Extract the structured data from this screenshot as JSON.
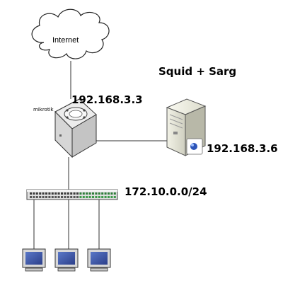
{
  "nodes": {
    "internet": {
      "label": "Internet",
      "icon": "cloud-icon"
    },
    "mikrotik": {
      "label": "mikrotik",
      "ip": "192.168.3.3",
      "icon": "router-icon"
    },
    "server": {
      "title": "Squid + Sarg",
      "ip": "192.168.3.6",
      "icon": "server-tower-icon"
    },
    "switch": {
      "subnet": "172.10.0.0/24",
      "icon": "switch-icon"
    },
    "clients": [
      {
        "icon": "monitor-icon"
      },
      {
        "icon": "monitor-icon"
      },
      {
        "icon": "monitor-icon"
      }
    ]
  }
}
